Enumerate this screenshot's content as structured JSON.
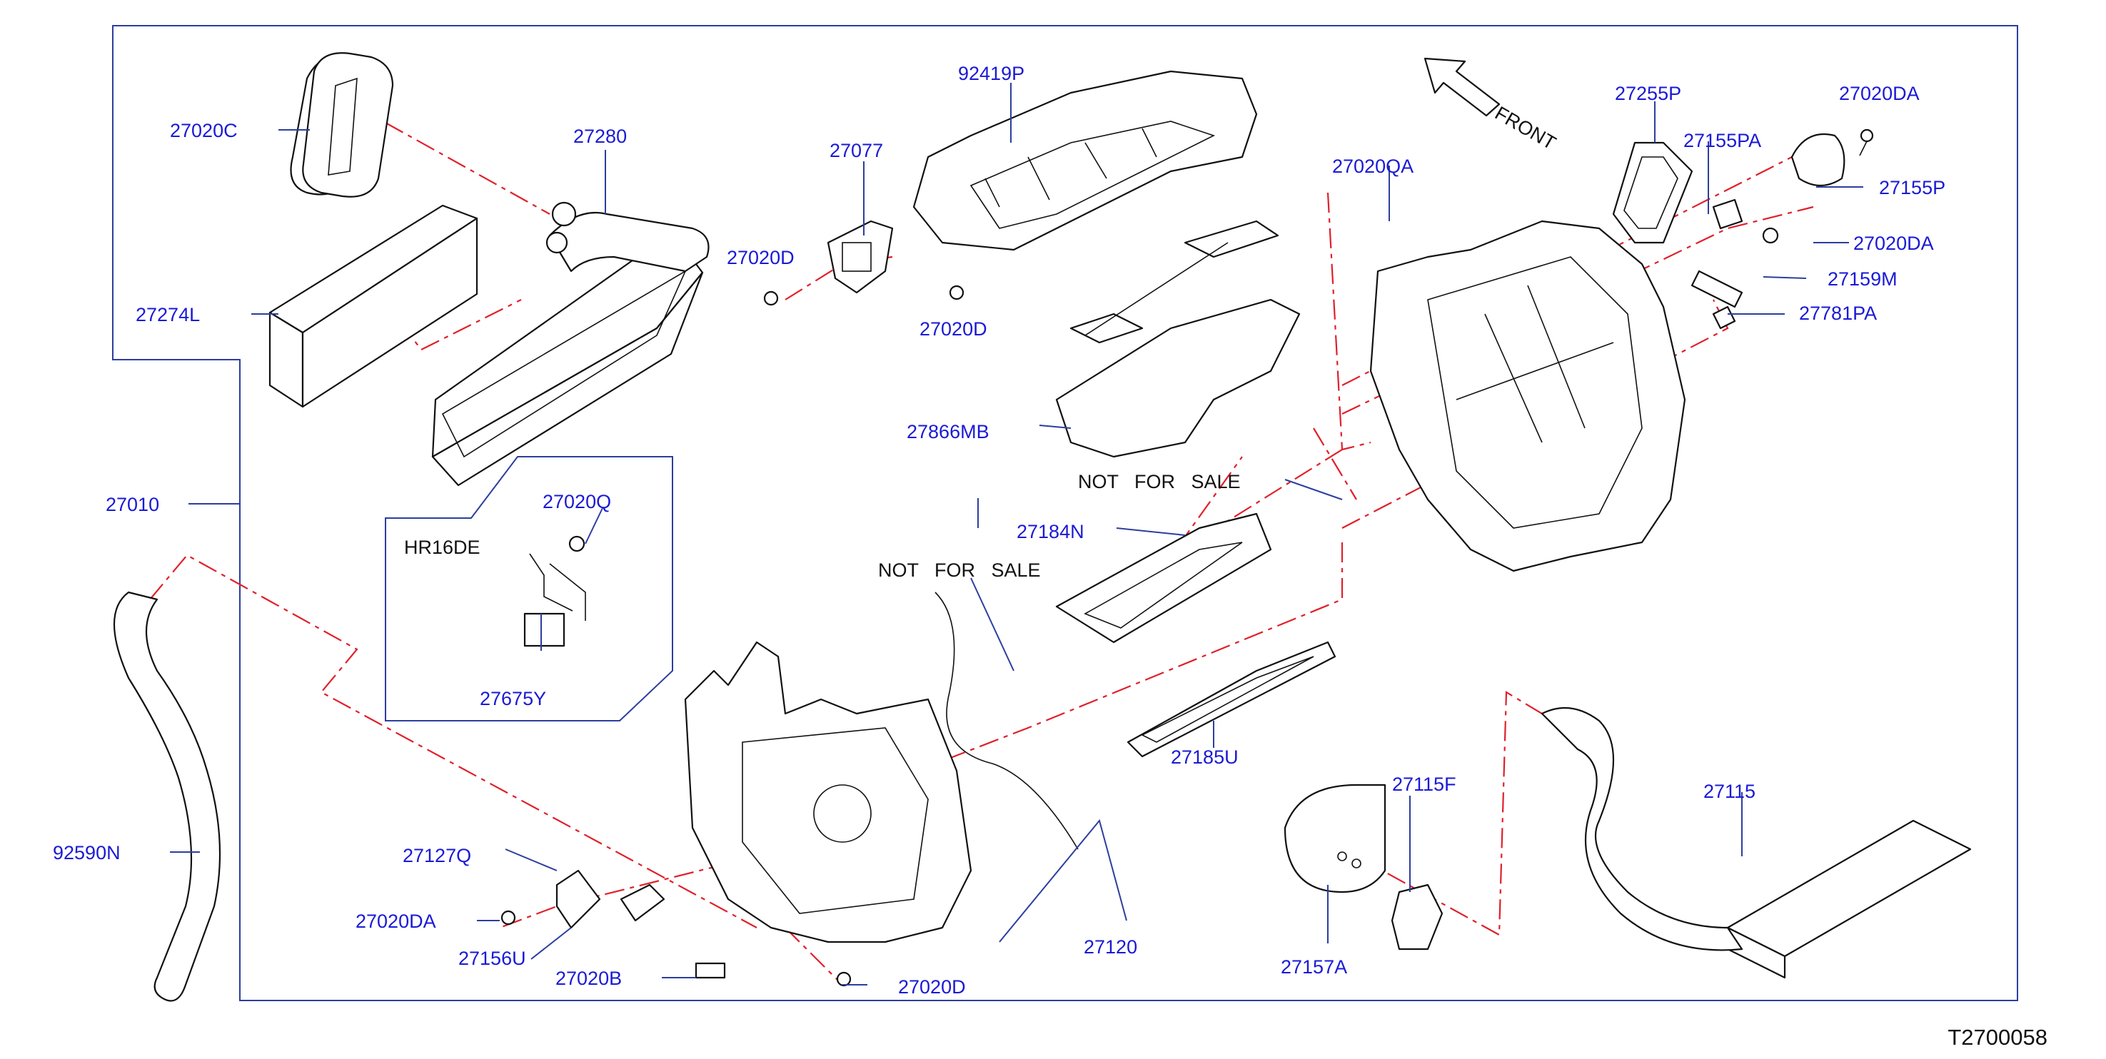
{
  "diagram_id": "T2700058",
  "notes": {
    "not_for_sale_1": "NOT   FOR   SALE",
    "not_for_sale_2": "NOT   FOR   SALE",
    "engine_variant": "HR16DE"
  },
  "front_indicator": "FRONT",
  "colors": {
    "label": "#1a1ad6",
    "leader": "#2c3e9e",
    "centerline": "#e0202a",
    "line": "#111111"
  },
  "parts": {
    "p27020C": "27020C",
    "p27280": "27280",
    "p27274L": "27274L",
    "p27010": "27010",
    "p92590N": "92590N",
    "p92419P": "92419P",
    "p27077": "27077",
    "p27020D_a": "27020D",
    "p27020D_b": "27020D",
    "p27866MB": "27866MB",
    "p27020QA": "27020QA",
    "p27255P": "27255P",
    "p27155PA": "27155PA",
    "p27020DA_a": "27020DA",
    "p27155P": "27155P",
    "p27020DA_b": "27020DA",
    "p27159M": "27159M",
    "p27781PA": "27781PA",
    "p27020Q": "27020Q",
    "p27675Y": "27675Y",
    "p27184N": "27184N",
    "p27185U": "27185U",
    "p27127Q": "27127Q",
    "p27020DA_c": "27020DA",
    "p27156U": "27156U",
    "p27020B": "27020B",
    "p27020D_c": "27020D",
    "p27120": "27120",
    "p27157A": "27157A",
    "p27115F": "27115F",
    "p27115": "27115"
  }
}
